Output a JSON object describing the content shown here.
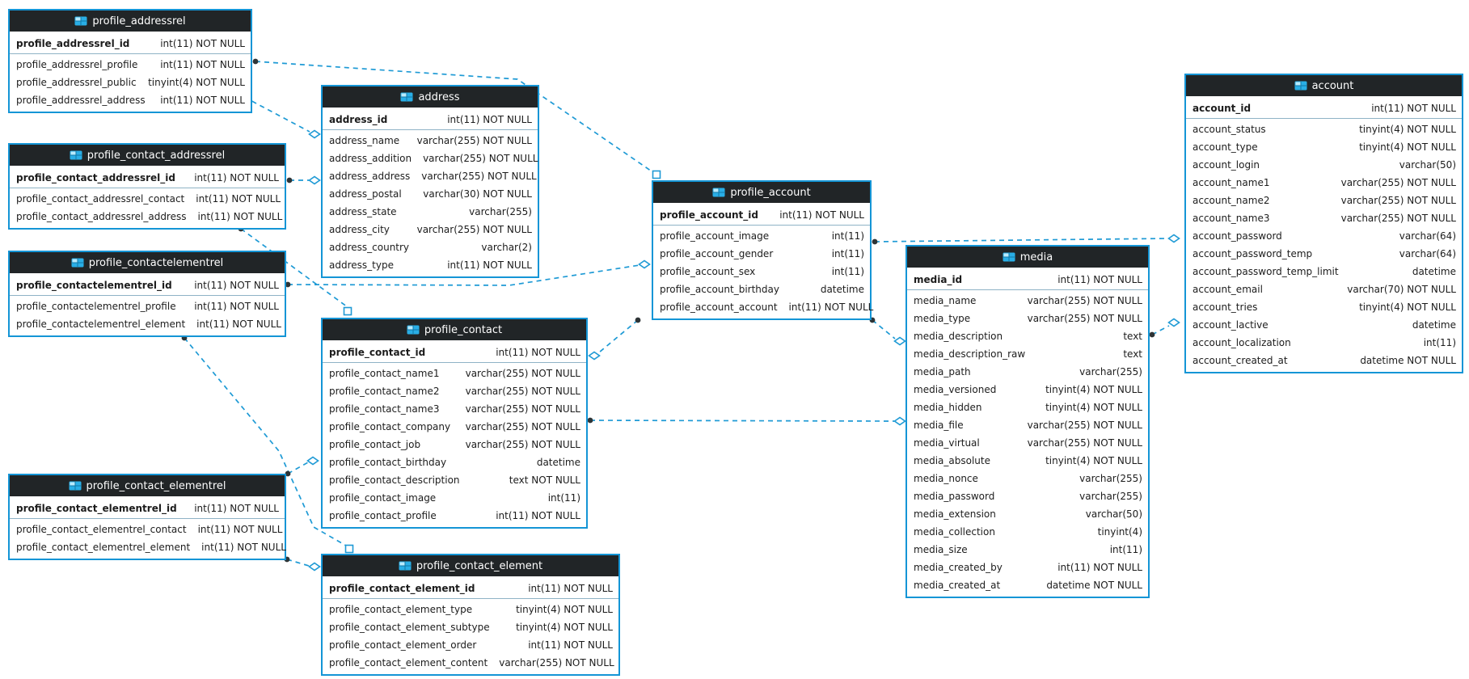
{
  "diagram": {
    "icon": "table-grid-icon",
    "colors": {
      "accent_blue": "#1495d6",
      "line_blue": "#1e9ad5",
      "header_bg": "#212527",
      "canvas_bg": "#ffffff"
    },
    "tables": [
      {
        "name": "profile_addressrel",
        "fields": [
          {
            "name": "profile_addressrel_id",
            "type": "int(11) NOT NULL",
            "pk": true
          },
          {
            "name": "profile_addressrel_profile",
            "type": "int(11) NOT NULL"
          },
          {
            "name": "profile_addressrel_public",
            "type": "tinyint(4) NOT NULL"
          },
          {
            "name": "profile_addressrel_address",
            "type": "int(11) NOT NULL"
          }
        ]
      },
      {
        "name": "profile_contact_addressrel",
        "fields": [
          {
            "name": "profile_contact_addressrel_id",
            "type": "int(11) NOT NULL",
            "pk": true
          },
          {
            "name": "profile_contact_addressrel_contact",
            "type": "int(11) NOT NULL"
          },
          {
            "name": "profile_contact_addressrel_address",
            "type": "int(11) NOT NULL"
          }
        ]
      },
      {
        "name": "profile_contactelementrel",
        "fields": [
          {
            "name": "profile_contactelementrel_id",
            "type": "int(11) NOT NULL",
            "pk": true
          },
          {
            "name": "profile_contactelementrel_profile",
            "type": "int(11) NOT NULL"
          },
          {
            "name": "profile_contactelementrel_element",
            "type": "int(11) NOT NULL"
          }
        ]
      },
      {
        "name": "profile_contact_elementrel",
        "fields": [
          {
            "name": "profile_contact_elementrel_id",
            "type": "int(11) NOT NULL",
            "pk": true
          },
          {
            "name": "profile_contact_elementrel_contact",
            "type": "int(11) NOT NULL"
          },
          {
            "name": "profile_contact_elementrel_element",
            "type": "int(11) NOT NULL"
          }
        ]
      },
      {
        "name": "address",
        "fields": [
          {
            "name": "address_id",
            "type": "int(11) NOT NULL",
            "pk": true
          },
          {
            "name": "address_name",
            "type": "varchar(255) NOT NULL"
          },
          {
            "name": "address_addition",
            "type": "varchar(255) NOT NULL"
          },
          {
            "name": "address_address",
            "type": "varchar(255) NOT NULL"
          },
          {
            "name": "address_postal",
            "type": "varchar(30) NOT NULL"
          },
          {
            "name": "address_state",
            "type": "varchar(255)"
          },
          {
            "name": "address_city",
            "type": "varchar(255) NOT NULL"
          },
          {
            "name": "address_country",
            "type": "varchar(2)"
          },
          {
            "name": "address_type",
            "type": "int(11) NOT NULL"
          }
        ]
      },
      {
        "name": "profile_contact",
        "fields": [
          {
            "name": "profile_contact_id",
            "type": "int(11) NOT NULL",
            "pk": true
          },
          {
            "name": "profile_contact_name1",
            "type": "varchar(255) NOT NULL"
          },
          {
            "name": "profile_contact_name2",
            "type": "varchar(255) NOT NULL"
          },
          {
            "name": "profile_contact_name3",
            "type": "varchar(255) NOT NULL"
          },
          {
            "name": "profile_contact_company",
            "type": "varchar(255) NOT NULL"
          },
          {
            "name": "profile_contact_job",
            "type": "varchar(255) NOT NULL"
          },
          {
            "name": "profile_contact_birthday",
            "type": "datetime"
          },
          {
            "name": "profile_contact_description",
            "type": "text NOT NULL"
          },
          {
            "name": "profile_contact_image",
            "type": "int(11)"
          },
          {
            "name": "profile_contact_profile",
            "type": "int(11) NOT NULL"
          }
        ]
      },
      {
        "name": "profile_contact_element",
        "fields": [
          {
            "name": "profile_contact_element_id",
            "type": "int(11) NOT NULL",
            "pk": true
          },
          {
            "name": "profile_contact_element_type",
            "type": "tinyint(4) NOT NULL"
          },
          {
            "name": "profile_contact_element_subtype",
            "type": "tinyint(4) NOT NULL"
          },
          {
            "name": "profile_contact_element_order",
            "type": "int(11) NOT NULL"
          },
          {
            "name": "profile_contact_element_content",
            "type": "varchar(255) NOT NULL"
          }
        ]
      },
      {
        "name": "profile_account",
        "fields": [
          {
            "name": "profile_account_id",
            "type": "int(11) NOT NULL",
            "pk": true
          },
          {
            "name": "profile_account_image",
            "type": "int(11)"
          },
          {
            "name": "profile_account_gender",
            "type": "int(11)"
          },
          {
            "name": "profile_account_sex",
            "type": "int(11)"
          },
          {
            "name": "profile_account_birthday",
            "type": "datetime"
          },
          {
            "name": "profile_account_account",
            "type": "int(11) NOT NULL"
          }
        ]
      },
      {
        "name": "media",
        "fields": [
          {
            "name": "media_id",
            "type": "int(11) NOT NULL",
            "pk": true
          },
          {
            "name": "media_name",
            "type": "varchar(255) NOT NULL"
          },
          {
            "name": "media_type",
            "type": "varchar(255) NOT NULL"
          },
          {
            "name": "media_description",
            "type": "text"
          },
          {
            "name": "media_description_raw",
            "type": "text"
          },
          {
            "name": "media_path",
            "type": "varchar(255)"
          },
          {
            "name": "media_versioned",
            "type": "tinyint(4) NOT NULL"
          },
          {
            "name": "media_hidden",
            "type": "tinyint(4) NOT NULL"
          },
          {
            "name": "media_file",
            "type": "varchar(255) NOT NULL"
          },
          {
            "name": "media_virtual",
            "type": "varchar(255) NOT NULL"
          },
          {
            "name": "media_absolute",
            "type": "tinyint(4) NOT NULL"
          },
          {
            "name": "media_nonce",
            "type": "varchar(255)"
          },
          {
            "name": "media_password",
            "type": "varchar(255)"
          },
          {
            "name": "media_extension",
            "type": "varchar(50)"
          },
          {
            "name": "media_collection",
            "type": "tinyint(4)"
          },
          {
            "name": "media_size",
            "type": "int(11)"
          },
          {
            "name": "media_created_by",
            "type": "int(11) NOT NULL"
          },
          {
            "name": "media_created_at",
            "type": "datetime NOT NULL"
          }
        ]
      },
      {
        "name": "account",
        "fields": [
          {
            "name": "account_id",
            "type": "int(11) NOT NULL",
            "pk": true
          },
          {
            "name": "account_status",
            "type": "tinyint(4) NOT NULL"
          },
          {
            "name": "account_type",
            "type": "tinyint(4) NOT NULL"
          },
          {
            "name": "account_login",
            "type": "varchar(50)"
          },
          {
            "name": "account_name1",
            "type": "varchar(255) NOT NULL"
          },
          {
            "name": "account_name2",
            "type": "varchar(255) NOT NULL"
          },
          {
            "name": "account_name3",
            "type": "varchar(255) NOT NULL"
          },
          {
            "name": "account_password",
            "type": "varchar(64)"
          },
          {
            "name": "account_password_temp",
            "type": "varchar(64)"
          },
          {
            "name": "account_password_temp_limit",
            "type": "datetime"
          },
          {
            "name": "account_email",
            "type": "varchar(70) NOT NULL"
          },
          {
            "name": "account_tries",
            "type": "tinyint(4) NOT NULL"
          },
          {
            "name": "account_lactive",
            "type": "datetime"
          },
          {
            "name": "account_localization",
            "type": "int(11)"
          },
          {
            "name": "account_created_at",
            "type": "datetime NOT NULL"
          }
        ]
      }
    ],
    "relationships": [
      {
        "from": "profile_addressrel",
        "to": "profile_account"
      },
      {
        "from": "profile_addressrel",
        "to": "address"
      },
      {
        "from": "profile_contact_addressrel",
        "to": "address"
      },
      {
        "from": "profile_contact_addressrel",
        "to": "profile_contact"
      },
      {
        "from": "profile_contactelementrel",
        "to": "profile_account"
      },
      {
        "from": "profile_contactelementrel",
        "to": "profile_contact_element"
      },
      {
        "from": "profile_contact_elementrel",
        "to": "profile_contact"
      },
      {
        "from": "profile_contact_elementrel",
        "to": "profile_contact_element"
      },
      {
        "from": "profile_account",
        "to": "account"
      },
      {
        "from": "profile_account",
        "to": "media"
      },
      {
        "from": "profile_contact",
        "to": "media"
      },
      {
        "from": "profile_contact",
        "to": "profile_account"
      },
      {
        "from": "media",
        "to": "account"
      }
    ]
  }
}
